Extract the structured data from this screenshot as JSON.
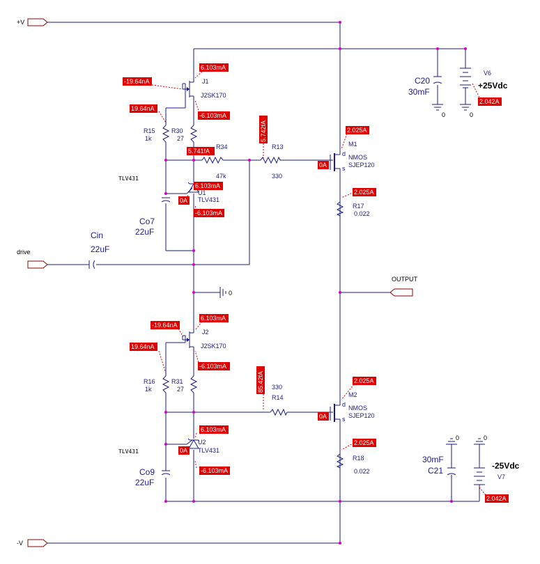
{
  "ports": {
    "vplus": "+V",
    "vminus": "-V",
    "drive": "drive",
    "output": "OUTPUT"
  },
  "components": {
    "J1": {
      "ref": "J1",
      "value": "J2SK170"
    },
    "J2": {
      "ref": "J2",
      "value": "J2SK170"
    },
    "R15": {
      "ref": "R15",
      "value": "1k"
    },
    "R30": {
      "ref": "R30",
      "value": "27"
    },
    "R16": {
      "ref": "R16",
      "value": "1k"
    },
    "R31": {
      "ref": "R31",
      "value": "27"
    },
    "R34": {
      "ref": "R34",
      "value": "47k"
    },
    "R13": {
      "ref": "R13",
      "value": "330"
    },
    "R14": {
      "ref": "R14",
      "value": "330"
    },
    "R17": {
      "ref": "R17",
      "value": "0.022"
    },
    "R18": {
      "ref": "R18",
      "value": "0.022"
    },
    "U1": {
      "ref": "U1",
      "value": "TLV431",
      "side": "TLV431"
    },
    "U2": {
      "ref": "U2",
      "value": "TLV431",
      "side": "TLV431"
    },
    "M1": {
      "ref": "M1",
      "type": "NMOS",
      "value": "SJEP120"
    },
    "M2": {
      "ref": "M2",
      "type": "NMOS",
      "value": "SJEP120"
    },
    "Co7": {
      "ref": "Co7",
      "value": "22uF"
    },
    "Co9": {
      "ref": "Co9",
      "value": "22uF"
    },
    "Cin": {
      "ref": "Cin",
      "value": "22uF"
    },
    "C20": {
      "ref": "C20",
      "value": "30mF"
    },
    "C21": {
      "ref": "C21",
      "value": "30mF"
    },
    "V6": {
      "ref": "V6",
      "value": "+25Vdc"
    },
    "V7": {
      "ref": "V7",
      "value": "-25Vdc"
    },
    "gnd": "0"
  },
  "probes": {
    "j1_drain": "6.103mA",
    "j1_gate": "-19.64nA",
    "r15_top": "19.64nA",
    "j1_source": "-6.103mA",
    "r34": "5.741fA",
    "r13": "5.742fA",
    "m1_gate": "0A",
    "m1_drain": "2.025A",
    "m1_source": "2.025A",
    "u1_cathode": "6.103mA",
    "u1_ref": "0A",
    "u1_anode": "-6.103mA",
    "v6": "2.042A",
    "j2_drain": "6.103mA",
    "j2_gate": "-19.64nA",
    "r16_top": "19.64nA",
    "j2_source": "-6.103mA",
    "r14": "85.42fA",
    "m2_gate": "0A",
    "m2_drain": "2.025A",
    "m2_source": "2.025A",
    "u2_cathode": "6.103mA",
    "u2_ref": "0A",
    "u2_anode": "-6.103mA",
    "v7": "2.042A"
  }
}
